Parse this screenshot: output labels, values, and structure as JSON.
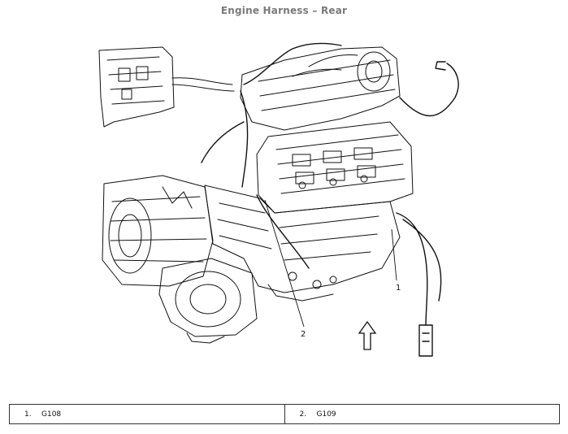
{
  "title": "Engine Harness – Rear",
  "callouts": [
    {
      "number": "1",
      "name": "G108"
    },
    {
      "number": "2",
      "name": "G109"
    }
  ],
  "legend": [
    {
      "num": "1.",
      "label": "G108"
    },
    {
      "num": "2.",
      "label": "G109"
    }
  ],
  "icons": [
    "engine-illustration",
    "front-direction-arrow-icon"
  ]
}
